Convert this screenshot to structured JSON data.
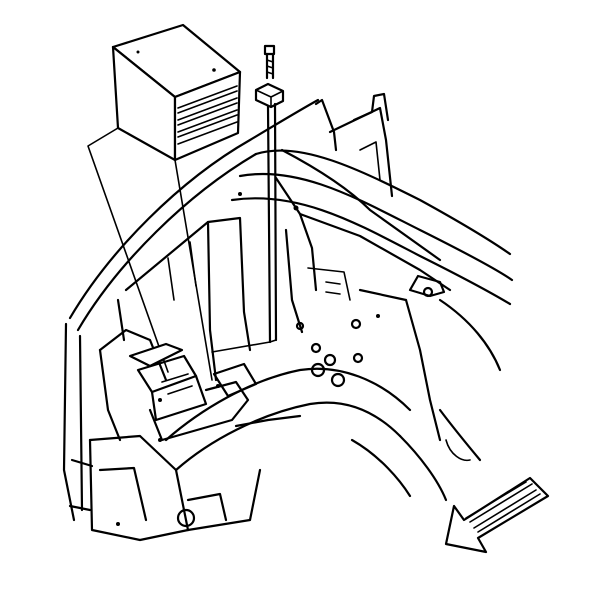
{
  "figure": {
    "kind": "exploded-view line drawing",
    "components": [
      "battery",
      "hold-down-bolt",
      "hold-down-retainer",
      "battery-tray",
      "fender-apron-structure",
      "front-direction-arrow"
    ],
    "colors": {
      "ink": "#000000",
      "paper": "#ffffff"
    }
  }
}
